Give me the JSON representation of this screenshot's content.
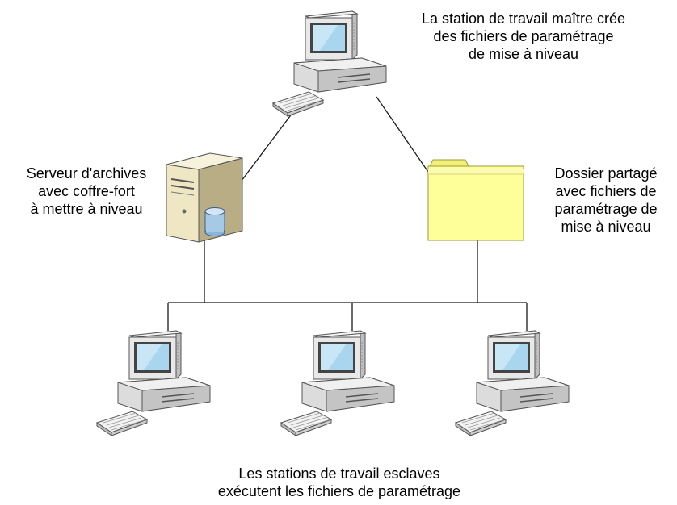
{
  "labels": {
    "master": {
      "lines": [
        "La station de travail maître crée",
        "des fichiers de paramétrage",
        "de mise à niveau"
      ]
    },
    "server": {
      "lines": [
        "Serveur d'archives",
        "avec coffre-fort",
        "à mettre à niveau"
      ]
    },
    "folder": {
      "lines": [
        "Dossier partagé",
        "avec fichiers de",
        "paramétrage de",
        "mise à niveau"
      ]
    },
    "slaves": {
      "lines": [
        "Les stations de travail esclaves",
        "exécutent les fichiers de paramétrage"
      ]
    }
  },
  "nodes": [
    {
      "id": "master-workstation",
      "icon": "desktop-computer-icon"
    },
    {
      "id": "archive-server",
      "icon": "server-tower-database-icon"
    },
    {
      "id": "shared-folder",
      "icon": "folder-icon"
    },
    {
      "id": "slave-workstation-1",
      "icon": "desktop-computer-icon"
    },
    {
      "id": "slave-workstation-2",
      "icon": "desktop-computer-icon"
    },
    {
      "id": "slave-workstation-3",
      "icon": "desktop-computer-icon"
    }
  ],
  "colors": {
    "line": "#1a1a1a",
    "computer_body": "#eaeaea",
    "screen": "#a9d6ee",
    "folder": "#ffff99",
    "folder_edge": "#b8b84a",
    "server_body": "#f0e9cc",
    "database": "#a6c9e6"
  }
}
